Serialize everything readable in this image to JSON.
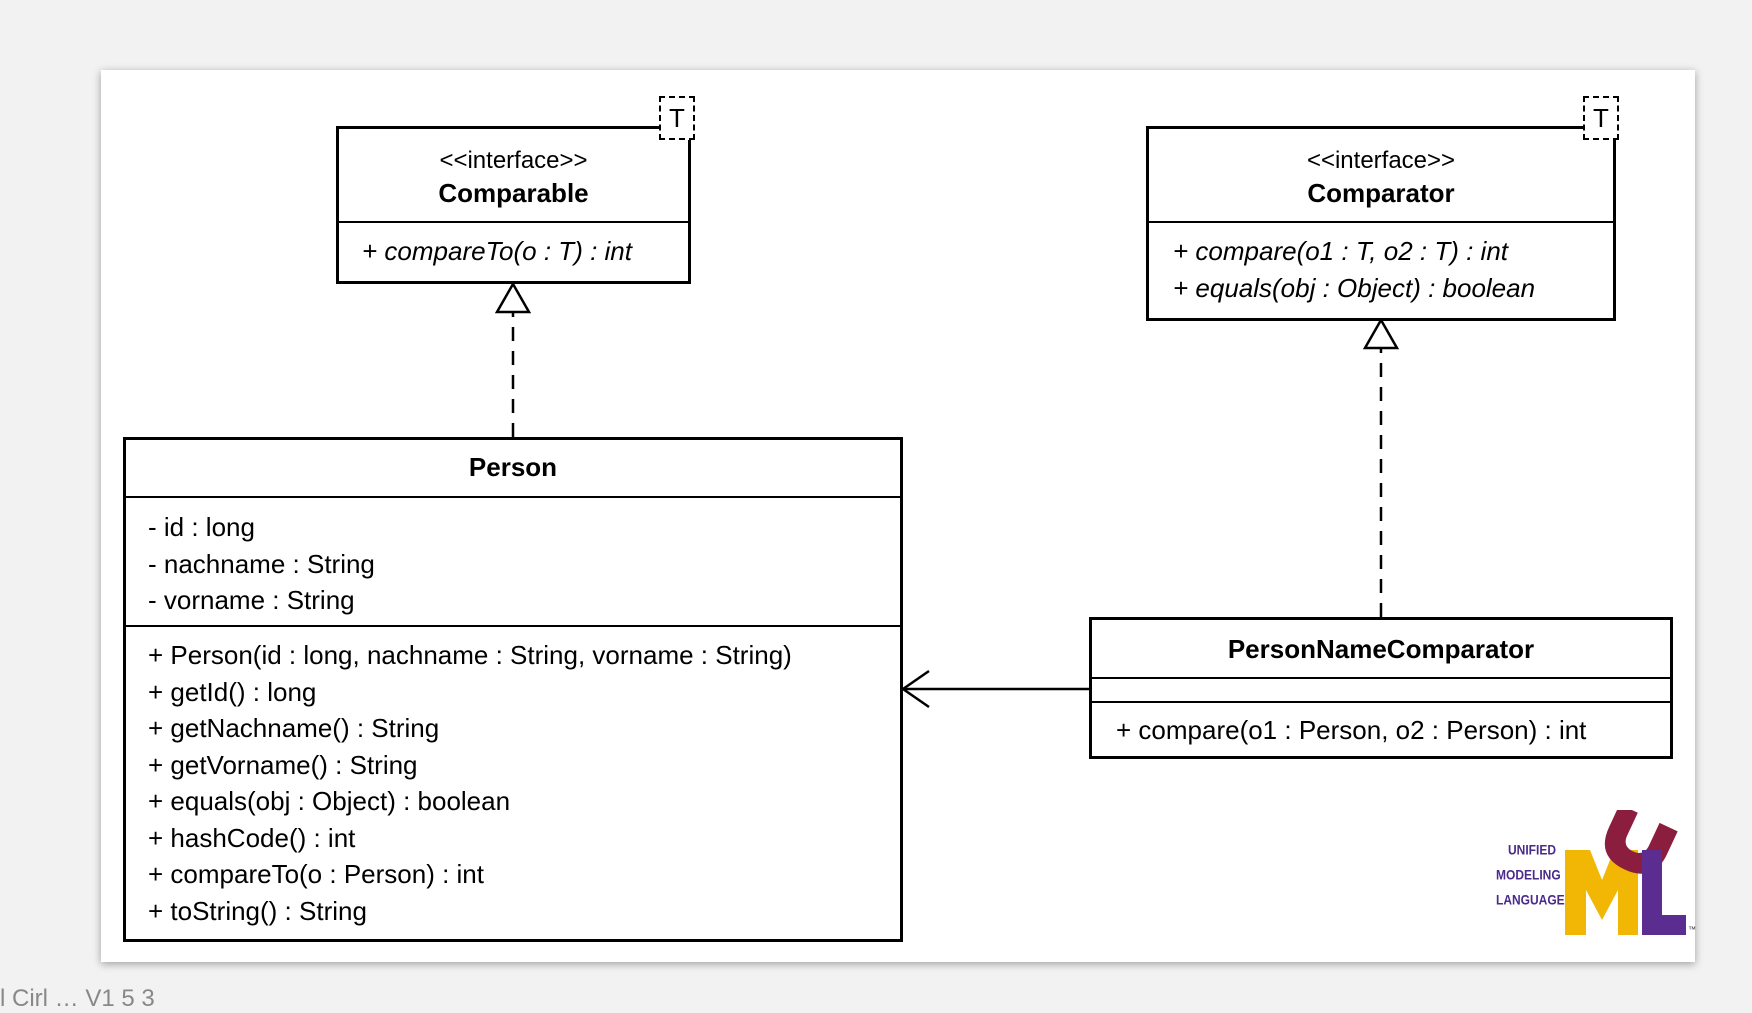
{
  "footer": {
    "text": "l Cirl … V1 5 3"
  },
  "comparable": {
    "type_param": "T",
    "stereotype": "<<interface>>",
    "name": "Comparable",
    "operations": [
      "+ compareTo(o : T) : int"
    ]
  },
  "comparator": {
    "type_param": "T",
    "stereotype": "<<interface>>",
    "name": "Comparator",
    "operations": [
      "+ compare(o1 : T, o2 : T) : int",
      "+ equals(obj : Object) : boolean"
    ]
  },
  "person": {
    "name": "Person",
    "attributes": [
      "- id : long",
      "- nachname : String",
      "- vorname : String"
    ],
    "operations": [
      "+ Person(id : long, nachname : String, vorname : String)",
      "+ getId() : long",
      "+ getNachname() : String",
      "+ getVorname() : String",
      "+ equals(obj : Object) : boolean",
      "+ hashCode() : int",
      "+ compareTo(o : Person) : int",
      "+ toString() : String"
    ]
  },
  "person_name_comparator": {
    "name": "PersonNameComparator",
    "operations": [
      "+ compare(o1 : Person, o2 : Person) : int"
    ]
  },
  "logo": {
    "line1": "UNIFIED",
    "line2": "MODELING",
    "line3": "LANGUAGE",
    "tm": "™",
    "colors": {
      "u": "#8b1e3f",
      "m": "#f2b705",
      "l": "#5b2d90"
    }
  }
}
